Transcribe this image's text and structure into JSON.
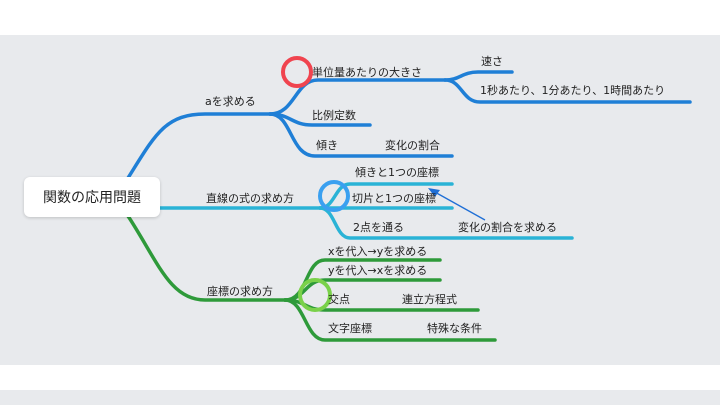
{
  "root": {
    "label": "関数の応用問題"
  },
  "branches": [
    {
      "label": "aを求める",
      "color": "#1f7fd6",
      "children": [
        {
          "label": "単位量あたりの大きさ",
          "children": [
            "速さ",
            "1秒あたり、1分あたり、1時間あたり"
          ]
        },
        {
          "label": "比例定数"
        },
        {
          "label": "傾き",
          "note": "変化の割合"
        }
      ]
    },
    {
      "label": "直線の式の求め方",
      "color": "#2ab3d6",
      "children": [
        {
          "label": "傾きと1つの座標"
        },
        {
          "label": "切片と1つの座標"
        },
        {
          "label": "2点を通る",
          "note": "変化の割合を求める"
        }
      ]
    },
    {
      "label": "座標の求め方",
      "color": "#2e9a3a",
      "children": [
        {
          "label": "xを代入→yを求める"
        },
        {
          "label": "yを代入→xを求める"
        },
        {
          "label": "交点",
          "note": "連立方程式"
        },
        {
          "label": "文字座標",
          "note": "特殊な条件"
        }
      ]
    }
  ],
  "highlight_colors": {
    "red": "#f0444f",
    "blue": "#3aa0f0",
    "green": "#7ad14a"
  }
}
